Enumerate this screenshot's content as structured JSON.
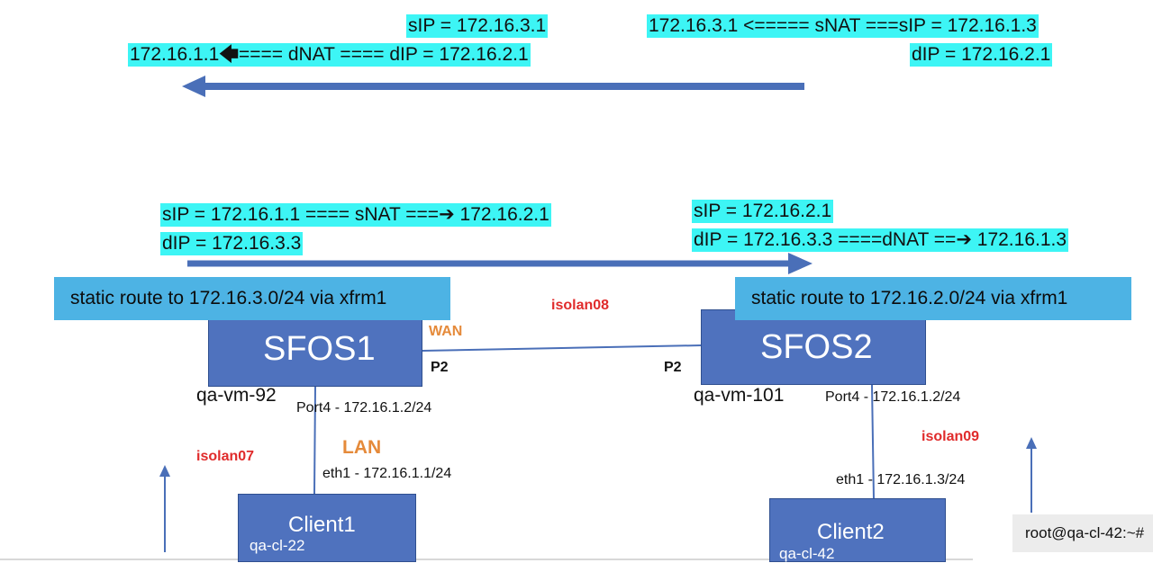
{
  "top_flow": {
    "right_line1": "172.16.3.1 <===== sNAT ===sIP = 172.16.1.3",
    "right_line2": "dIP = 172.16.2.1",
    "left_line1": "sIP = 172.16.3.1",
    "left_line2_a": "172.16.1.1",
    "left_line2_b": "==== dNAT ==== dIP = 172.16.2.1"
  },
  "mid_flow": {
    "left_line1_a": "sIP = 172.16.1.1 ==== sNAT ===",
    "left_line1_b": " 172.16.2.1",
    "left_line2": "dIP = 172.16.3.3",
    "right_line1": "sIP = 172.16.2.1",
    "right_line2_a": "dIP = 172.16.3.3 ====dNAT ==",
    "right_line2_b": " 172.16.1.3"
  },
  "routes": {
    "left": "static route to 172.16.3.0/24 via xfrm1",
    "right": "static route to 172.16.2.0/24 via xfrm1"
  },
  "nodes": {
    "sfos1": {
      "label": "SFOS1",
      "host": "qa-vm-92",
      "wan": "WAN",
      "p2": "P2",
      "port4": "Port4 - 172.16.1.2/24"
    },
    "sfos2": {
      "label": "SFOS2",
      "host": "qa-vm-101",
      "p2": "P2",
      "port4": "Port4 - 172.16.1.2/24"
    },
    "client1": {
      "label": "Client1",
      "host": "qa-cl-22",
      "eth1": "eth1 - 172.16.1.1/24",
      "lan": "LAN"
    },
    "client2": {
      "label": "Client2",
      "host": "qa-cl-42",
      "eth1": "eth1 - 172.16.1.3/24"
    }
  },
  "networks": {
    "wan_link": "isolan08",
    "left_lan": "isolan07",
    "right_lan": "isolan09"
  },
  "terminal": {
    "prompt": "root@qa-cl-42:~#"
  },
  "colors": {
    "highlight": "#3df5f5",
    "banner": "#4db3e4",
    "node": "#4f72be",
    "arrow": "#4a6fb8",
    "network_label": "#e02b2b",
    "interface_label": "#e58a3a"
  }
}
